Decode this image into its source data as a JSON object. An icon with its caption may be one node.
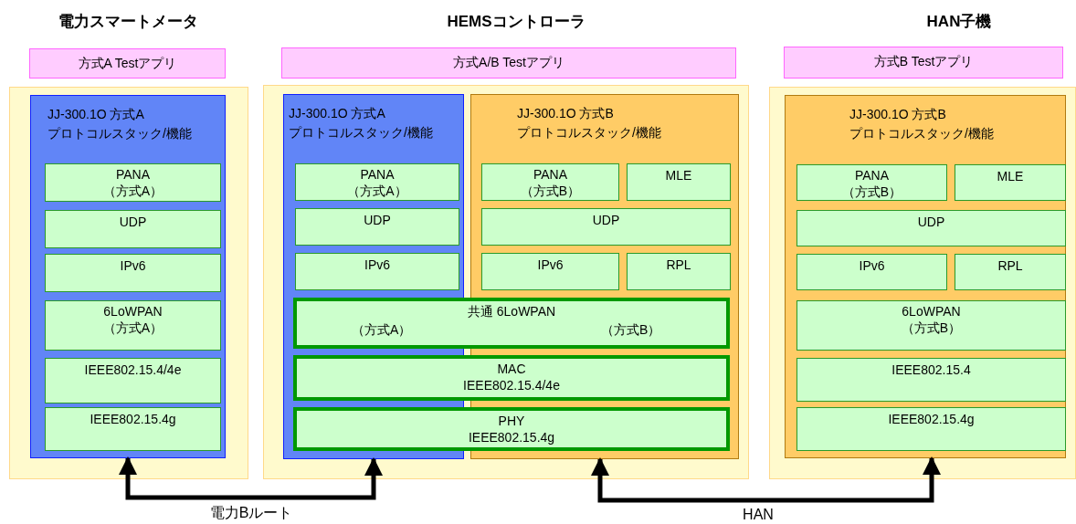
{
  "diagram": {
    "nodes": [
      {
        "text": [
          "方式A Testアプリ"
        ]
      },
      {
        "text": [],
        "shape": "box"
      },
      {
        "text": [
          "JJ-300.1O 方式A プロトコルスタック/機能"
        ],
        "in": 1
      },
      {
        "text": [
          "PANA （方式A）"
        ],
        "in": 2
      },
      {
        "text": [
          "UDP"
        ],
        "in": 2
      },
      {
        "text": [
          "IPv6"
        ],
        "in": 2
      },
      {
        "text": [
          "6LoWPAN （方式A）"
        ],
        "in": 2
      },
      {
        "text": [
          "IEEE802.15.4/4e"
        ],
        "in": 2
      },
      {
        "text": [
          "IEEE802.15.4g"
        ],
        "in": 2
      },
      {
        "text": [
          "方式A/B Testアプリ"
        ]
      },
      {
        "text": [],
        "shape": "box"
      },
      {
        "text": [
          "JJ-300.1O 方式A プロトコルスタック/機能"
        ],
        "in": 10
      },
      {
        "text": [
          "PANA （方式A）"
        ],
        "in": 11
      },
      {
        "text": [
          "UDP"
        ],
        "in": 11
      },
      {
        "text": [
          "IPv6"
        ],
        "in": 11
      },
      {
        "text": [
          "JJ-300.1O 方式B プロトコルスタック/機能"
        ],
        "in": 10
      },
      {
        "text": [
          "PANA （方式B）"
        ],
        "in": 15
      },
      {
        "text": [
          "MLE"
        ],
        "in": 15
      },
      {
        "text": [
          "UDP"
        ],
        "in": 15
      },
      {
        "text": [
          "IPv6"
        ],
        "in": 15
      },
      {
        "text": [
          "RPL"
        ],
        "in": 15
      },
      {
        "text": [
          "共通 6LoWPAN",
          "（方式A）",
          "（方式B）"
        ],
        "in": 10
      },
      {
        "text": [
          "MAC IEEE802.15.4/4e"
        ],
        "in": 10
      },
      {
        "text": [
          "PHY IEEE802.15.4g"
        ],
        "in": 10
      },
      {
        "text": [
          "方式B Testアプリ"
        ]
      },
      {
        "text": [],
        "shape": "box"
      },
      {
        "text": [
          "JJ-300.1O 方式B プロトコルスタック/機能"
        ],
        "in": 25
      },
      {
        "text": [
          "PANA （方式B）"
        ],
        "in": 26
      },
      {
        "text": [
          "MLE"
        ],
        "in": 26
      },
      {
        "text": [
          "UDP"
        ],
        "in": 26
      },
      {
        "text": [
          "IPv6"
        ],
        "in": 26
      },
      {
        "text": [
          "RPL"
        ],
        "in": 26
      },
      {
        "text": [
          "6LoWPAN （方式B）"
        ],
        "in": 26
      },
      {
        "text": [
          "IEEE802.15.4"
        ],
        "in": 26
      },
      {
        "text": [
          "IEEE802.15.4g"
        ],
        "in": 26
      }
    ],
    "edges": [
      {
        "from": 2,
        "to": 11,
        "arrow": "both",
        "label": "電力Bルート"
      },
      {
        "from": 15,
        "to": 26,
        "arrow": "both",
        "label": "HAN"
      }
    ],
    "labels": [
      "電力スマートメータ",
      "HEMSコントローラ",
      "HAN子機"
    ]
  }
}
